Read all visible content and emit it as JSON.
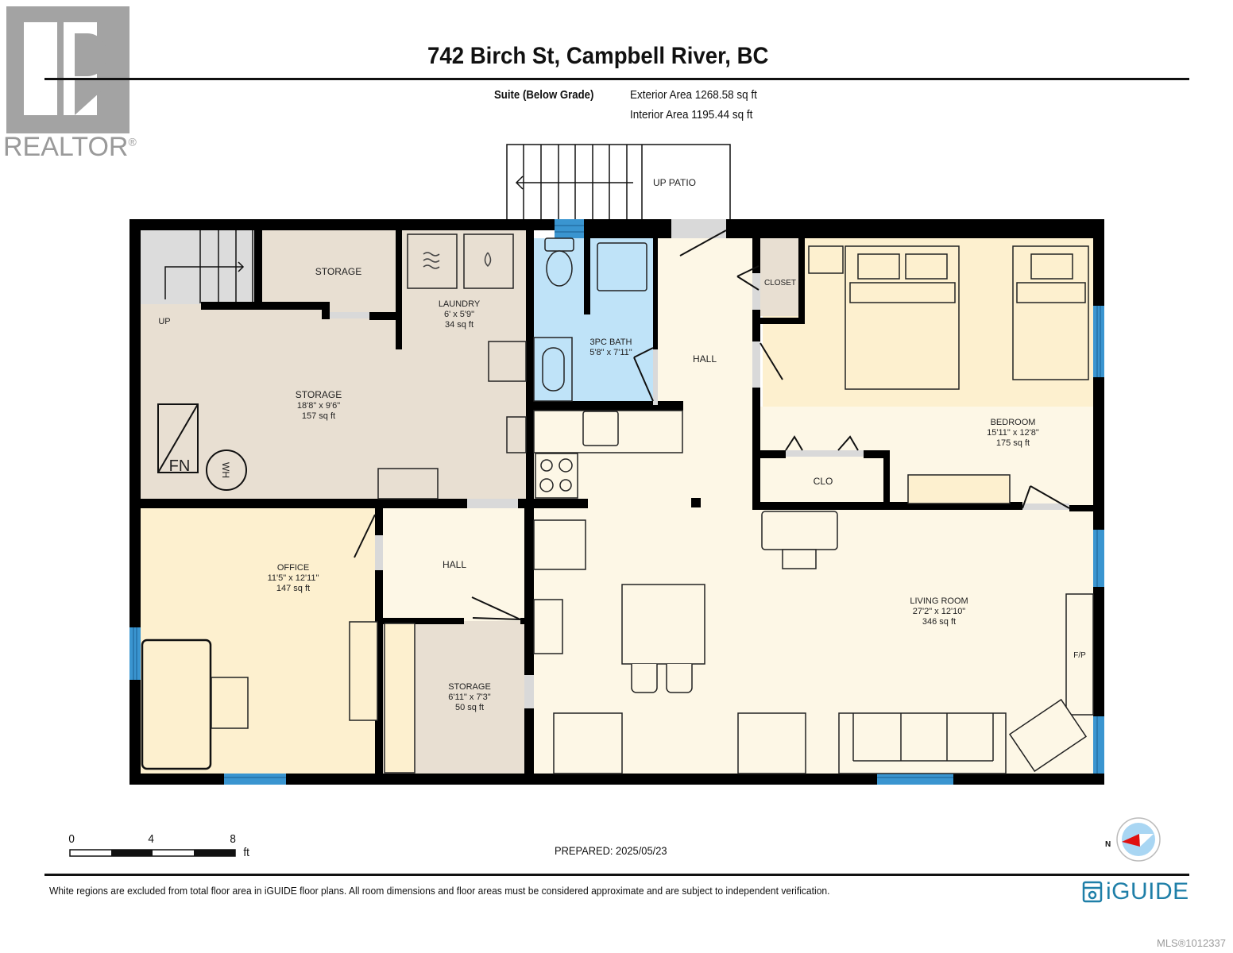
{
  "header": {
    "logo_word": "REALTOR",
    "logo_mark": "®",
    "address": "742 Birch St, Campbell River, BC",
    "suite_label": "Suite (Below Grade)",
    "exterior_area": "Exterior Area 1268.58 sq ft",
    "interior_area": "Interior Area 1195.44 sq ft"
  },
  "rooms": {
    "storage_small": {
      "name": "STORAGE"
    },
    "storage_main": {
      "name": "STORAGE",
      "dims": "18'8\" x 9'6\"",
      "area": "157 sq ft"
    },
    "laundry": {
      "name": "LAUNDRY",
      "dims": "6' x 5'9\"",
      "area": "34 sq ft"
    },
    "bath": {
      "name": "3PC BATH",
      "dims": "5'8\" x 7'11\""
    },
    "hall_upper": {
      "name": "HALL"
    },
    "closet": {
      "name": "CLOSET"
    },
    "bedroom": {
      "name": "BEDROOM",
      "dims": "15'11\" x 12'8\"",
      "area": "175 sq ft"
    },
    "clo": {
      "name": "CLO"
    },
    "office": {
      "name": "OFFICE",
      "dims": "11'5\" x 12'11\"",
      "area": "147 sq ft"
    },
    "hall_lower": {
      "name": "HALL"
    },
    "storage_lower": {
      "name": "STORAGE",
      "dims": "6'11\" x 7'3\"",
      "area": "50 sq ft"
    },
    "living": {
      "name": "LIVING ROOM",
      "dims": "27'2\" x 12'10\"",
      "area": "346 sq ft"
    }
  },
  "annotations": {
    "stairs_up": "UP",
    "patio": "UP PATIO",
    "furnace": "FN",
    "water_heater": "WH",
    "fireplace": "F/P"
  },
  "scale": {
    "ticks": [
      "0",
      "4",
      "8"
    ],
    "unit": "ft"
  },
  "footer": {
    "prepared": "PREPARED: 2025/05/23",
    "disclaimer": "White regions are excluded from total floor area in iGUIDE floor plans. All room dimensions and floor areas must be considered approximate and are subject to independent verification.",
    "brand": "iGUIDE",
    "compass_label": "N",
    "mls": "MLS®1012337"
  },
  "colors": {
    "wall": "#000000",
    "storage_fill": "#e8dfd2",
    "bath_fill": "#bfe3f8",
    "hall_fill": "#fdf7e6",
    "bedroom_fill": "#fdf0cf",
    "office_fill": "#fdf0cf",
    "window": "#3a95d0",
    "door_gap": "#d9d9d9",
    "compass_red": "#e01010",
    "compass_blue": "#a9d6f3",
    "brand": "#1f7fa8"
  }
}
